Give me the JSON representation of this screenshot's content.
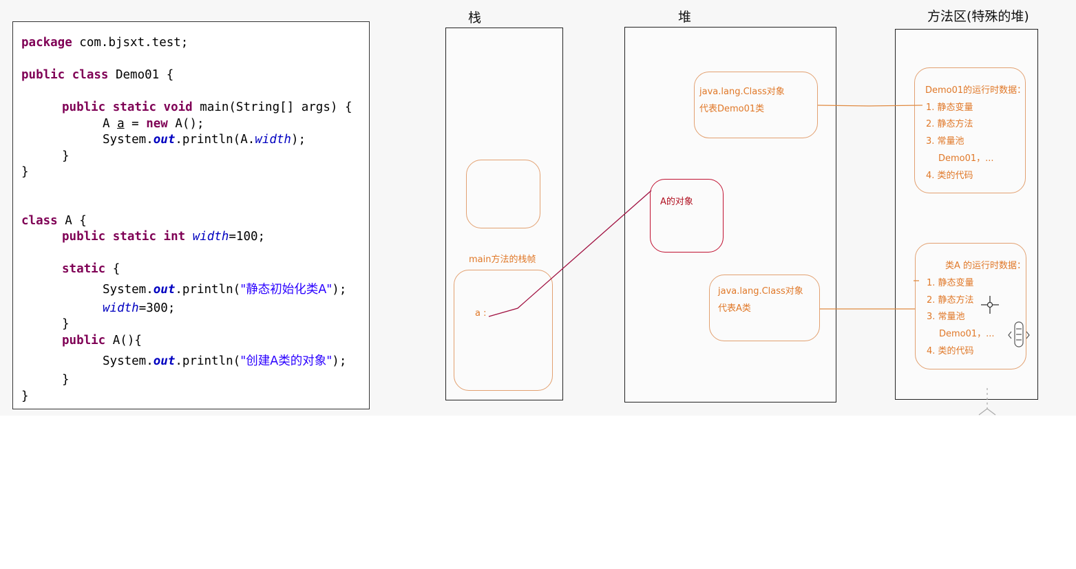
{
  "code": {
    "package_kw": "package",
    "package_name": " com.bjsxt.test;",
    "l2_public": "public",
    "l2_class": "class",
    "l2_rest": " Demo01 {",
    "l3_public": "public",
    "l3_static": "static",
    "l3_void": "void",
    "l3_rest": " main(String[] args) {",
    "l4_type": "A ",
    "l4_var": "a",
    "l4_eq": " = ",
    "l4_new": "new",
    "l4_rest": " A();",
    "l5_a": "System.",
    "l5_out": "out",
    "l5_b": ".println(A.",
    "l5_width": "width",
    "l5_c": ");",
    "l6": "}",
    "l7": "}",
    "l8_class": "class",
    "l8_rest": " A {",
    "l9_public": "public",
    "l9_static": "static",
    "l9_int": "int",
    "l9_width": "width",
    "l9_rest": "=100;",
    "l10_static": "static",
    "l10_rest": " {",
    "l11_a": "System.",
    "l11_out": "out",
    "l11_b": ".println(",
    "l11_str": "\"静态初始化类A\"",
    "l11_c": ");",
    "l12_width": "width",
    "l12_rest": "=300;",
    "l13": "}",
    "l14_public": "public",
    "l14_rest": " A(){",
    "l15_a": "System.",
    "l15_out": "out",
    "l15_b": ".println(",
    "l15_str": "\"创建A类的对象\"",
    "l15_c": ");",
    "l16": "}",
    "l17": "}"
  },
  "columns": {
    "stack_title": "栈",
    "heap_title": "堆",
    "method_title": "方法区(特殊的堆)"
  },
  "stack": {
    "frame_label": "main方法的栈帧",
    "var_label": "a :"
  },
  "heap": {
    "obj_label": "A的对象",
    "class1_line1": "java.lang.Class对象",
    "class1_line2": "代表Demo01类",
    "class2_line1": "java.lang.Class对象",
    "class2_line2": "代表A类"
  },
  "method_area": {
    "demo01": {
      "title": "Demo01的运行时数据：",
      "items": [
        "1. 静态变量",
        "2. 静态方法",
        "3. 常量池",
        "Demo01，...",
        "4. 类的代码"
      ]
    },
    "classA": {
      "title": "类A 的运行时数据：",
      "items": [
        "1. 静态变量",
        "2. 静态方法",
        "3. 常量池",
        "Demo01，...",
        "4. 类的代码"
      ]
    }
  },
  "colors": {
    "orange_box": "#e2a070",
    "orange_text": "#e07828",
    "red": "#c01030",
    "keyword": "#7f0055",
    "field": "#0000c0",
    "string": "#2a00ff"
  }
}
